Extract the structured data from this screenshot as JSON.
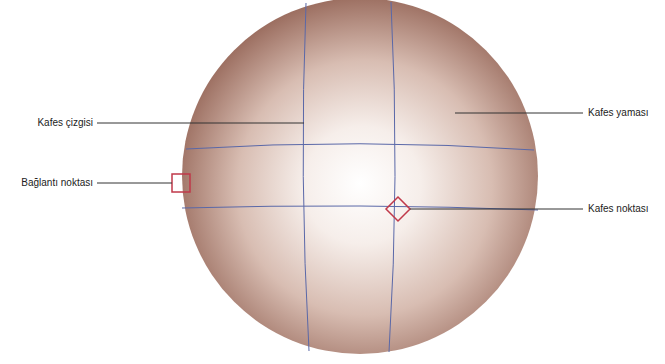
{
  "diagram": {
    "labels": [
      "Kafes çizgisi",
      "Kafes yaması",
      "Bağlantı noktası",
      "Kafes noktası"
    ]
  }
}
